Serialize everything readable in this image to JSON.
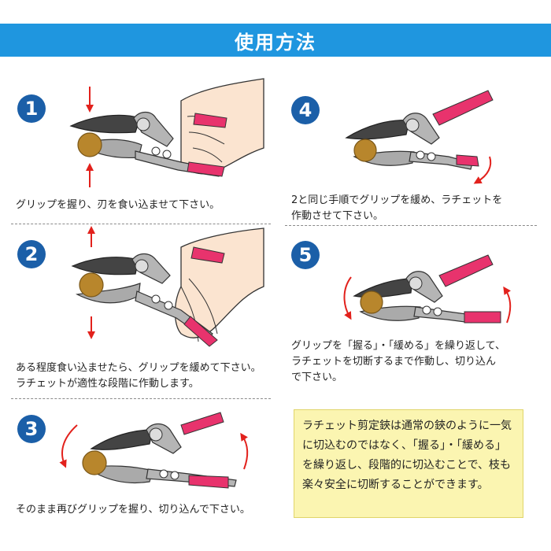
{
  "header": {
    "title": "使用方法"
  },
  "steps": [
    {
      "number": "1",
      "caption": "グリップを握り、刃を食い込ませて下さい。"
    },
    {
      "number": "2",
      "caption": "ある程度食い込ませたら、グリップを緩めて下さい。\nラチェットが適性な段階に作動します。"
    },
    {
      "number": "3",
      "caption": "そのまま再びグリップを握り、切り込んで下さい。"
    },
    {
      "number": "4",
      "caption": "2と同じ手順でグリップを緩め、ラチェットを\n作動させて下さい。"
    },
    {
      "number": "5",
      "caption": "グリップを「握る」・「緩める」を繰り返して、\nラチェットを切断するまで作動し、切り込ん\nで下さい。"
    }
  ],
  "note": {
    "text": "ラチェット剪定鋏は通常の鋏のように一気に切込むのではなく、「握る」・「緩める」を繰り返し、段階的に切込むことで、枝も楽々安全に切断することができます。"
  },
  "colors": {
    "header": "#1f96df",
    "number_badge": "#1b5fa8",
    "grip": "#e8336d",
    "branch": "#b8862c",
    "arrow": "#e2211c",
    "note_bg": "#fbf5b1",
    "skin": "#fbe4d0"
  }
}
